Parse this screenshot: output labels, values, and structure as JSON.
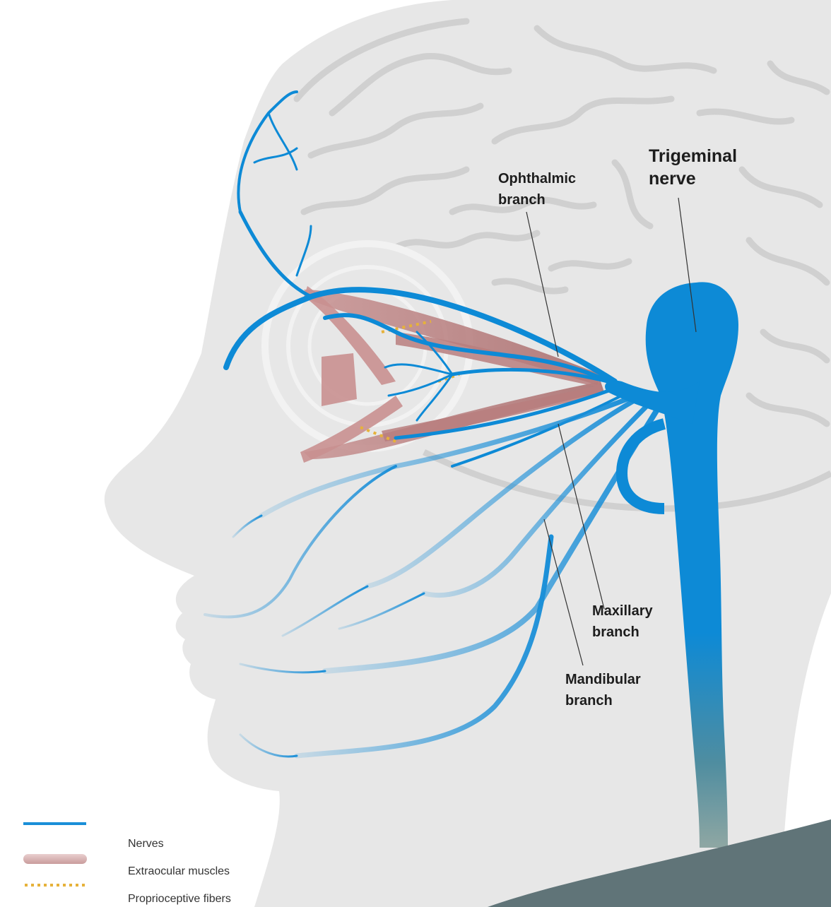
{
  "labels": {
    "trigeminal": [
      "Trigeminal",
      "nerve"
    ],
    "ophthalmic": [
      "Ophthalmic",
      "branch"
    ],
    "maxillary": [
      "Maxillary",
      "branch"
    ],
    "mandibular": [
      "Mandibular",
      "branch"
    ]
  },
  "legend": [
    {
      "label": "Nerves",
      "swatch": "line",
      "color": "#1a8fd8"
    },
    {
      "label": "Extraocular muscles",
      "swatch": "muscle",
      "color": "#d9b3b3"
    },
    {
      "label": "Proprioceptive fibers",
      "swatch": "dotted",
      "color": "#e6b23a"
    }
  ],
  "colors": {
    "nerve": "#0d8ad6",
    "head": "#e7e7e7",
    "brain_lines": "#cfcfcf",
    "muscle": "#c98f8f",
    "corner": "#607478",
    "label": "#1d1d1d"
  }
}
